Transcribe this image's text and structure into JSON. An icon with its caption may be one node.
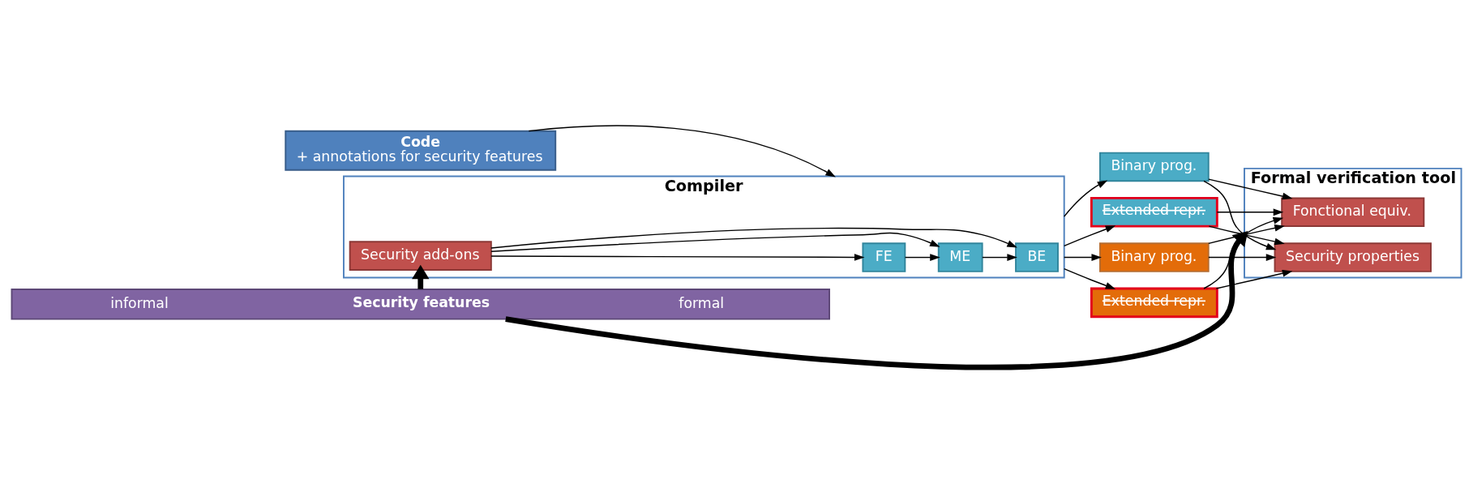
{
  "diagram": {
    "nodes": [
      {
        "text": [
          "Code",
          "+ annotations for security features"
        ]
      },
      {
        "text": [
          "Compiler"
        ]
      },
      {
        "text": [
          "FE"
        ],
        "in": 1
      },
      {
        "text": [
          "ME"
        ],
        "in": 1
      },
      {
        "text": [
          "BE"
        ],
        "in": 1
      },
      {
        "text": [
          "Security add-ons"
        ],
        "in": 1
      },
      {
        "text": [
          "Binary prog."
        ]
      },
      {
        "text": [
          "Extended repr."
        ]
      },
      {
        "text": [
          "Binary prog."
        ]
      },
      {
        "text": [
          "Extended repr."
        ]
      },
      {
        "text": [
          "Formal verification tool"
        ]
      },
      {
        "text": [
          "Fonctional equiv."
        ],
        "in": 10
      },
      {
        "text": [
          "Security properties"
        ],
        "in": 10
      },
      {
        "text": [
          "informal",
          "Security features",
          "formal"
        ]
      }
    ],
    "edges": [
      {
        "from": 0,
        "to": 1,
        "arrow": "to"
      },
      {
        "from": 2,
        "to": 3,
        "arrow": "to"
      },
      {
        "from": 3,
        "to": 4,
        "arrow": "to"
      },
      {
        "from": 5,
        "to": 2,
        "arrow": "to"
      },
      {
        "from": 5,
        "to": 3,
        "arrow": "to"
      },
      {
        "from": 5,
        "to": 4,
        "arrow": "to"
      },
      {
        "from": 1,
        "to": 6,
        "arrow": "to"
      },
      {
        "from": 1,
        "to": 7,
        "arrow": "to"
      },
      {
        "from": 1,
        "to": 8,
        "arrow": "to"
      },
      {
        "from": 1,
        "to": 9,
        "arrow": "to"
      },
      {
        "from": 6,
        "to": 11,
        "arrow": "to"
      },
      {
        "from": 7,
        "to": 11,
        "arrow": "to"
      },
      {
        "from": 8,
        "to": 11,
        "arrow": "to"
      },
      {
        "from": 9,
        "to": 11,
        "arrow": "to"
      },
      {
        "from": 6,
        "to": 12,
        "arrow": "to"
      },
      {
        "from": 7,
        "to": 12,
        "arrow": "to"
      },
      {
        "from": 8,
        "to": 12,
        "arrow": "to"
      },
      {
        "from": 9,
        "to": 12,
        "arrow": "to"
      },
      {
        "from": 13,
        "to": 5,
        "arrow": "to",
        "style": "thick"
      },
      {
        "from": 13,
        "to": 10,
        "arrow": "to",
        "style": "thick"
      }
    ]
  }
}
